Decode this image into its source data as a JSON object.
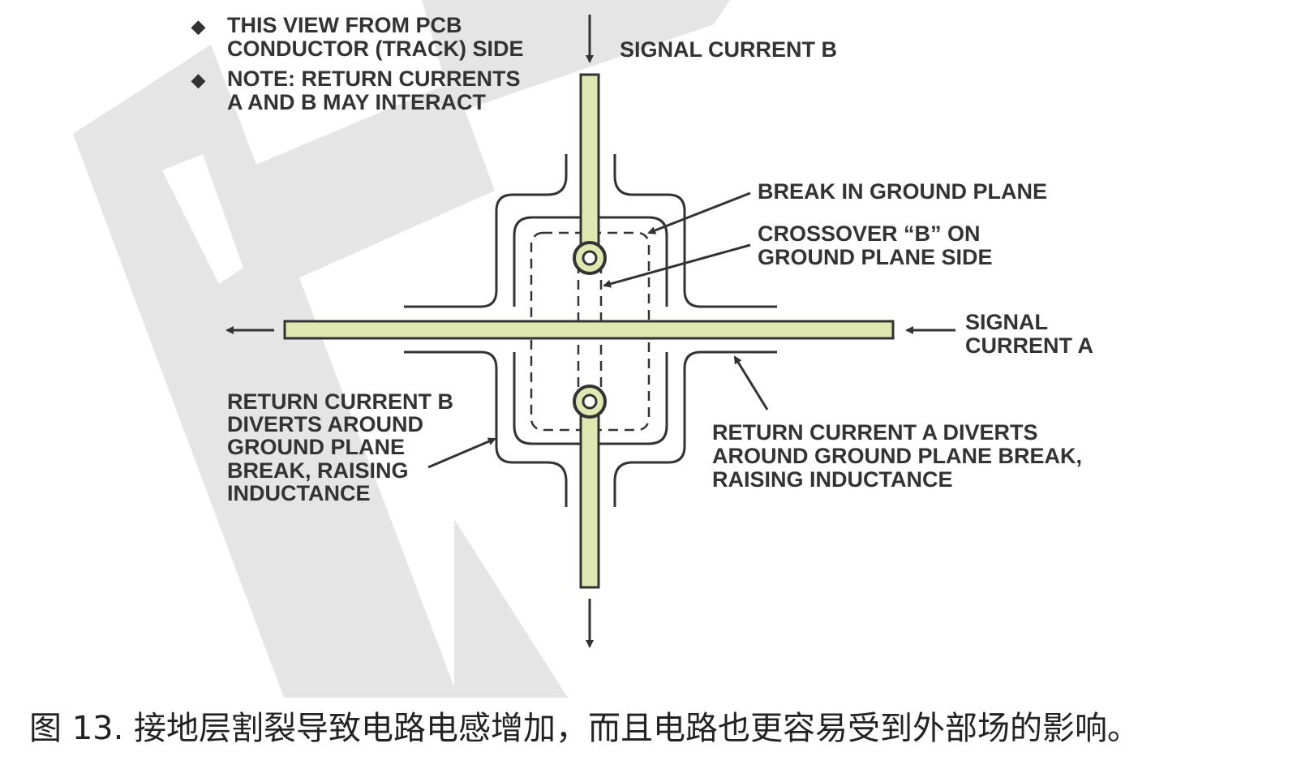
{
  "watermark": {
    "text": "AD",
    "color": "#e5e5e5"
  },
  "colors": {
    "trace_fill": "#dfe8b0",
    "trace_stroke": "#333333",
    "line": "#333333",
    "text": "#333333"
  },
  "notes": [
    {
      "bullet": "◆",
      "lines": [
        "THIS VIEW FROM PCB",
        "CONDUCTOR (TRACK) SIDE"
      ]
    },
    {
      "bullet": "◆",
      "lines": [
        "NOTE: RETURN CURRENTS",
        "A AND B MAY INTERACT"
      ]
    }
  ],
  "labels": {
    "signal_current_b": "SIGNAL CURRENT B",
    "break_in_ground_plane": "BREAK IN GROUND PLANE",
    "crossover_b": [
      "CROSSOVER “B” ON",
      "GROUND PLANE SIDE"
    ],
    "signal_current_a": [
      "SIGNAL",
      "CURRENT A"
    ],
    "return_current_b": [
      "RETURN CURRENT B",
      "DIVERTS AROUND",
      "GROUND PLANE",
      "BREAK, RAISING",
      "INDUCTANCE"
    ],
    "return_current_a": [
      "RETURN CURRENT A DIVERTS",
      "AROUND GROUND PLANE BREAK,",
      "RAISING INDUCTANCE"
    ]
  },
  "caption": "图 13.  接地层割裂导致电路电感增加，而且电路也更容易受到外部场的影响。"
}
